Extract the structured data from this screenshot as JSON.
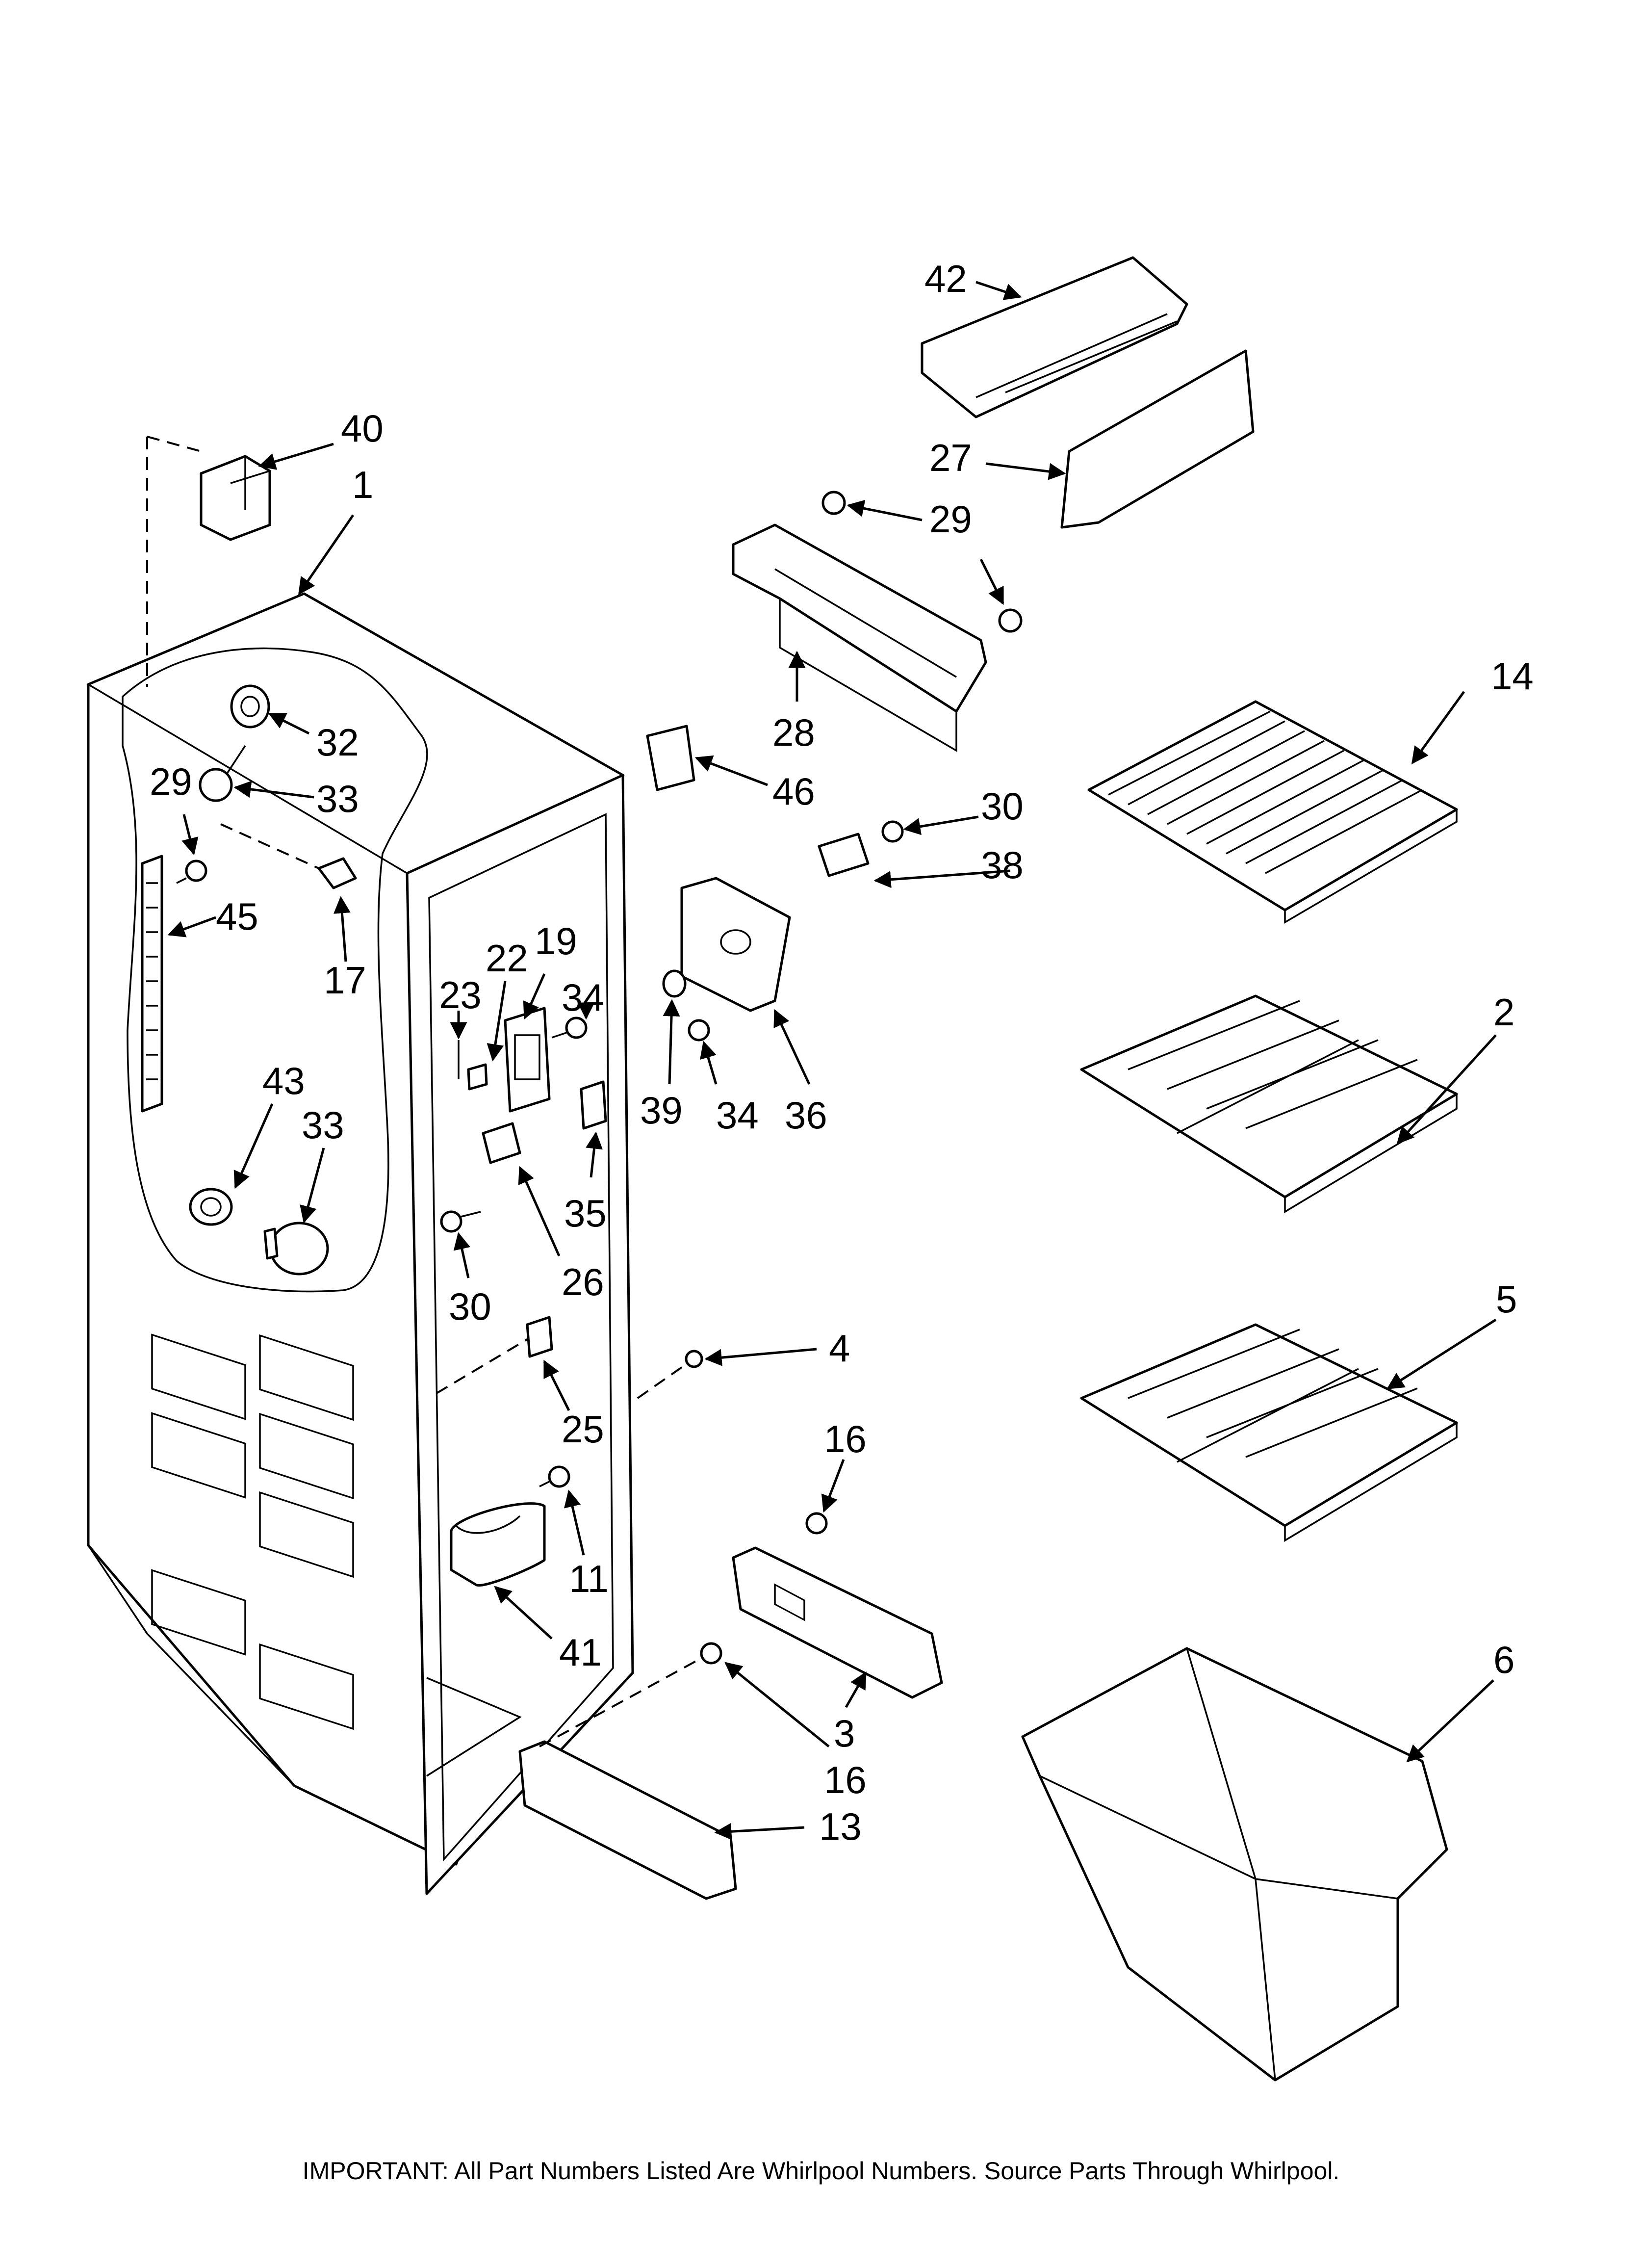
{
  "diagram": {
    "callouts": [
      "42",
      "40",
      "1",
      "27",
      "29",
      "29",
      "32",
      "33",
      "29",
      "45",
      "17",
      "28",
      "46",
      "14",
      "30",
      "38",
      "22",
      "19",
      "23",
      "34",
      "43",
      "33",
      "39",
      "34",
      "36",
      "2",
      "35",
      "26",
      "30",
      "4",
      "5",
      "25",
      "16",
      "11",
      "41",
      "6",
      "3",
      "16",
      "13"
    ]
  },
  "footer": {
    "note": "IMPORTANT: All Part Numbers Listed Are Whirlpool Numbers. Source Parts Through Whirlpool."
  },
  "colors": {
    "line": "#000000",
    "background": "#ffffff",
    "shading": "#8c8c8c"
  }
}
